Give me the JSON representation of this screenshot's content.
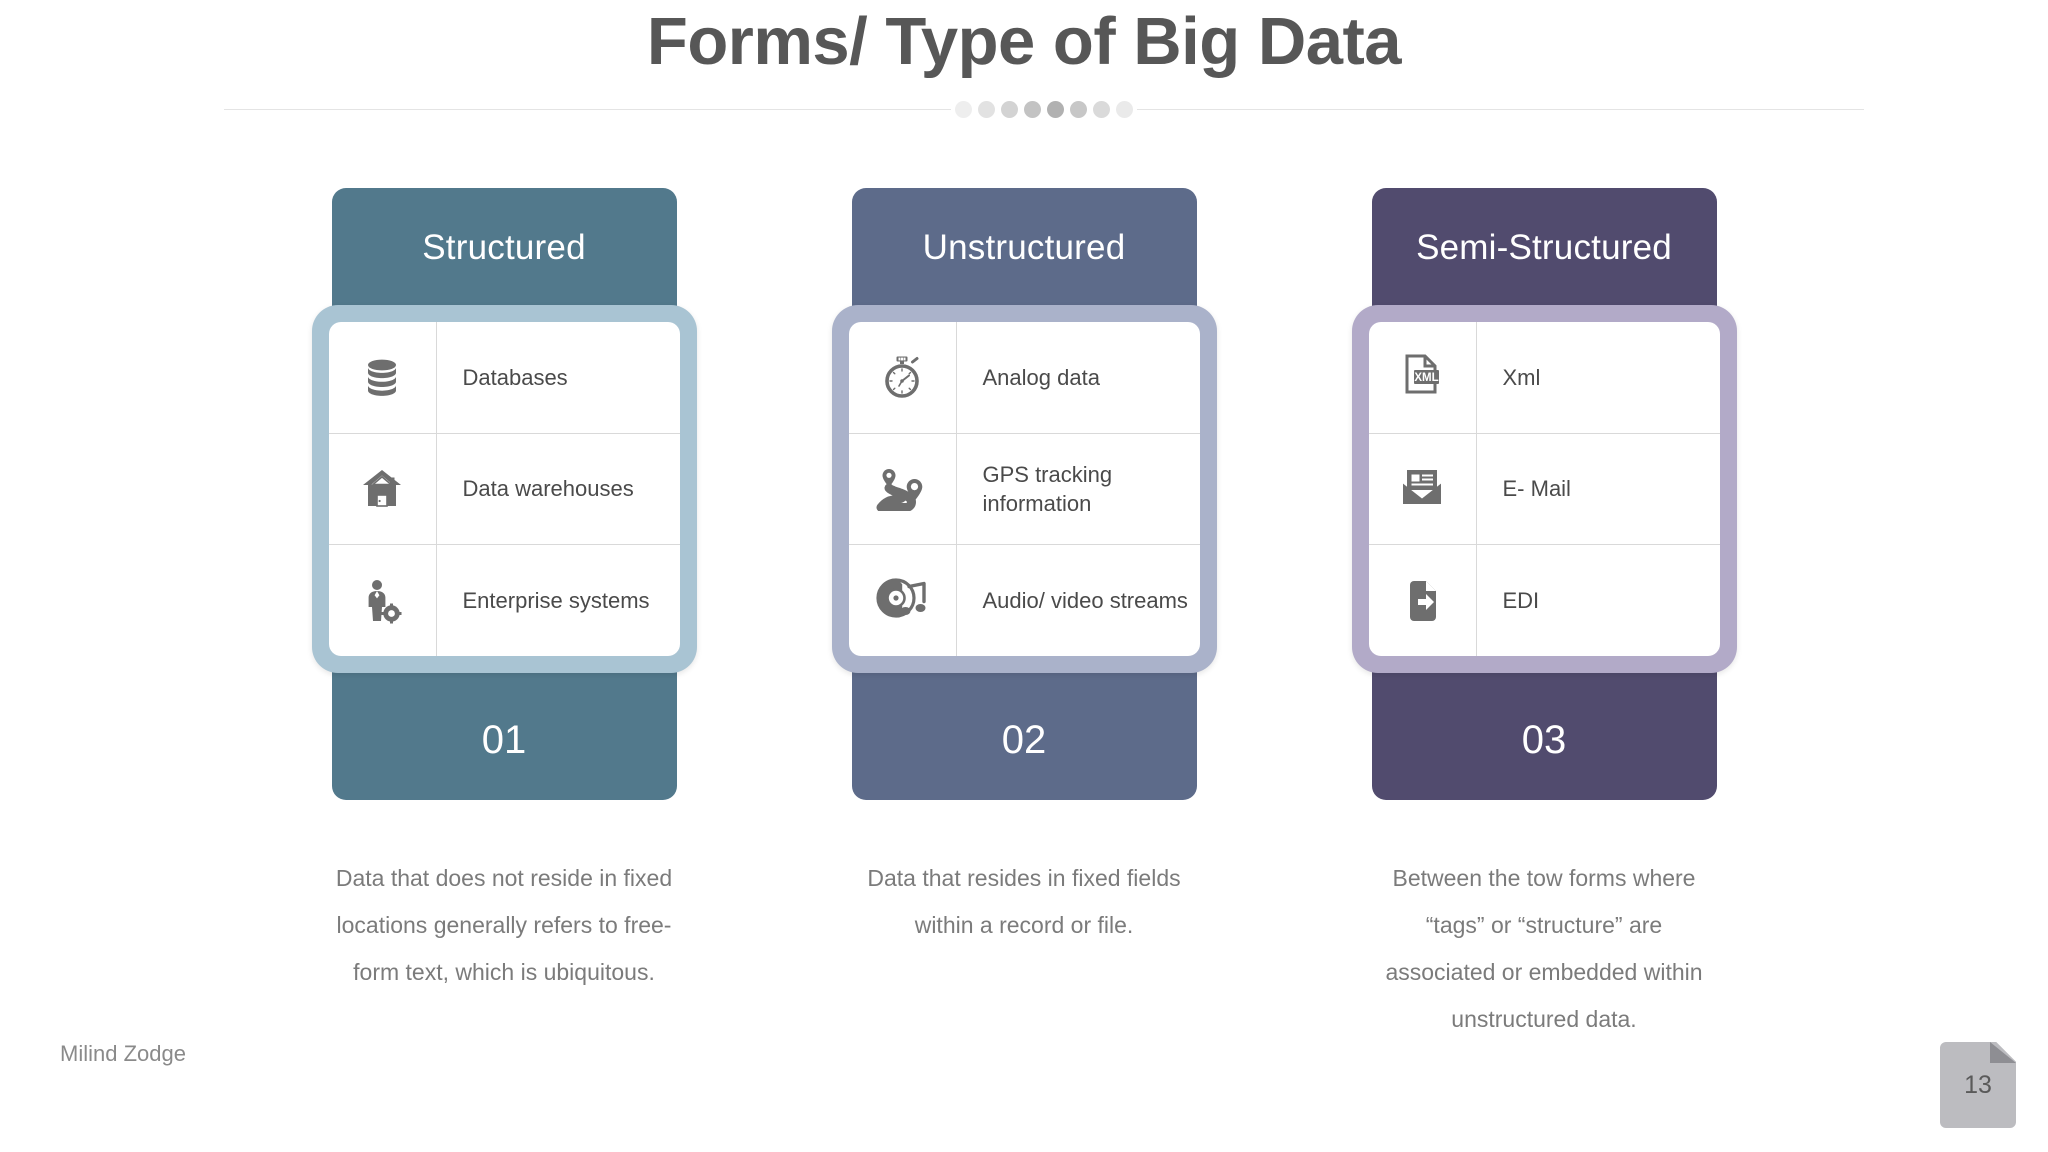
{
  "slide": {
    "title": "Forms/ Type of Big Data",
    "author": "Milind Zodge",
    "page_number": "13"
  },
  "divider": {
    "dot_count": 8,
    "dot_opacities": [
      0.18,
      0.3,
      0.45,
      0.62,
      0.8,
      0.58,
      0.38,
      0.22
    ]
  },
  "colors": {
    "column1_header": "#52798c",
    "column1_frame": "#a9c4d3",
    "column2_header": "#5d6b8a",
    "column2_frame": "#aab2ca",
    "column3_header": "#514b6e",
    "column3_frame": "#b2aac8",
    "title_text": "#575757",
    "body_text": "#4a4a4a",
    "description_text": "#7b7b7b",
    "icon_gray": "#6e6e6e"
  },
  "columns": [
    {
      "title": "Structured",
      "number": "01",
      "rows": [
        {
          "icon": "database-icon",
          "label": "Databases"
        },
        {
          "icon": "warehouse-icon",
          "label": "Data warehouses"
        },
        {
          "icon": "enterprise-systems-icon",
          "label": "Enterprise systems"
        }
      ],
      "description": "Data that does not reside in fixed locations generally refers to free-form text, which is ubiquitous."
    },
    {
      "title": "Unstructured",
      "number": "02",
      "rows": [
        {
          "icon": "stopwatch-icon",
          "label": "Analog data"
        },
        {
          "icon": "gps-route-icon",
          "label": "GPS tracking information"
        },
        {
          "icon": "audio-video-icon",
          "label": "Audio/ video streams"
        }
      ],
      "description": "Data that resides in fixed fields within a record or file."
    },
    {
      "title": "Semi-Structured",
      "number": "03",
      "rows": [
        {
          "icon": "xml-file-icon",
          "label": "Xml"
        },
        {
          "icon": "envelope-mail-icon",
          "label": "E- Mail"
        },
        {
          "icon": "file-arrow-icon",
          "label": "EDI"
        }
      ],
      "description": "Between the tow forms where “tags” or “structure” are associated or embedded within unstructured data."
    }
  ]
}
